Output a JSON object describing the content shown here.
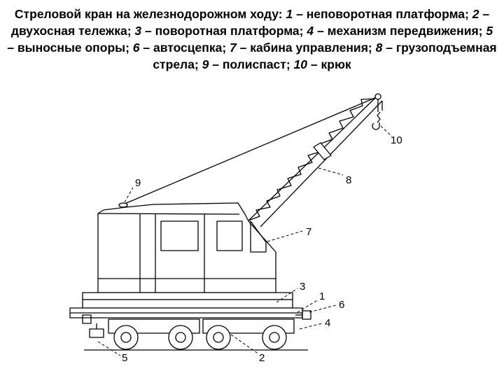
{
  "caption": {
    "lead": "Стреловой кран на железнодорожном ходу:",
    "items": [
      {
        "num": "1",
        "text": "– неповоротная платформа;"
      },
      {
        "num": "2",
        "text": "– двухосная тележка;"
      },
      {
        "num": "3",
        "text": "– поворотная платформа;"
      },
      {
        "num": "4",
        "text": "– механизм передвижения;"
      },
      {
        "num": "5",
        "text": "– выносные опоры;"
      },
      {
        "num": "6",
        "text": "– автосцепка;"
      },
      {
        "num": "7",
        "text": "– кабина управления;"
      },
      {
        "num": "8",
        "text": "– грузоподъемная стрела;"
      },
      {
        "num": "9",
        "text": "– полиспаст;"
      },
      {
        "num": "10",
        "text": "– крюк"
      }
    ]
  },
  "callouts": [
    "1",
    "2",
    "3",
    "4",
    "5",
    "6",
    "7",
    "8",
    "9",
    "10"
  ]
}
